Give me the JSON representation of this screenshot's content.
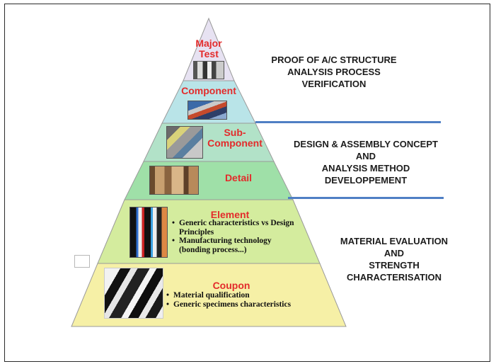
{
  "pyramid": {
    "levels": [
      {
        "id": "major-test",
        "label": "Major\nTest",
        "color": "#e7e2f2"
      },
      {
        "id": "component",
        "label": "Component",
        "color": "#b9e4e8"
      },
      {
        "id": "sub-component",
        "label": "Sub-\nComponent",
        "color": "#b2e2c8"
      },
      {
        "id": "detail",
        "label": "Detail",
        "color": "#9fe0a8"
      },
      {
        "id": "element",
        "label": "Element",
        "color": "#d4ec9e",
        "bullets": [
          "Generic characteristics vs Design Principles",
          "Manufacturing technology (bonding process...)"
        ]
      },
      {
        "id": "coupon",
        "label": "Coupon",
        "color": "#f6f0a6",
        "bullets": [
          "Material qualification",
          "Generic specimens characteristics"
        ]
      }
    ]
  },
  "right_text": {
    "proof": "PROOF OF A/C STRUCTURE\nANALYSIS PROCESS\nVERIFICATION",
    "design": "DESIGN & ASSEMBLY CONCEPT\nAND\nANALYSIS METHOD\nDEVELOPPEMENT",
    "material": "MATERIAL EVALUATION\nAND\nSTRENGTH\nCHARACTERISATION"
  },
  "colors": {
    "label": "#e32b2b",
    "separator": "#4f7fc4",
    "outline": "#9a9a9a"
  }
}
